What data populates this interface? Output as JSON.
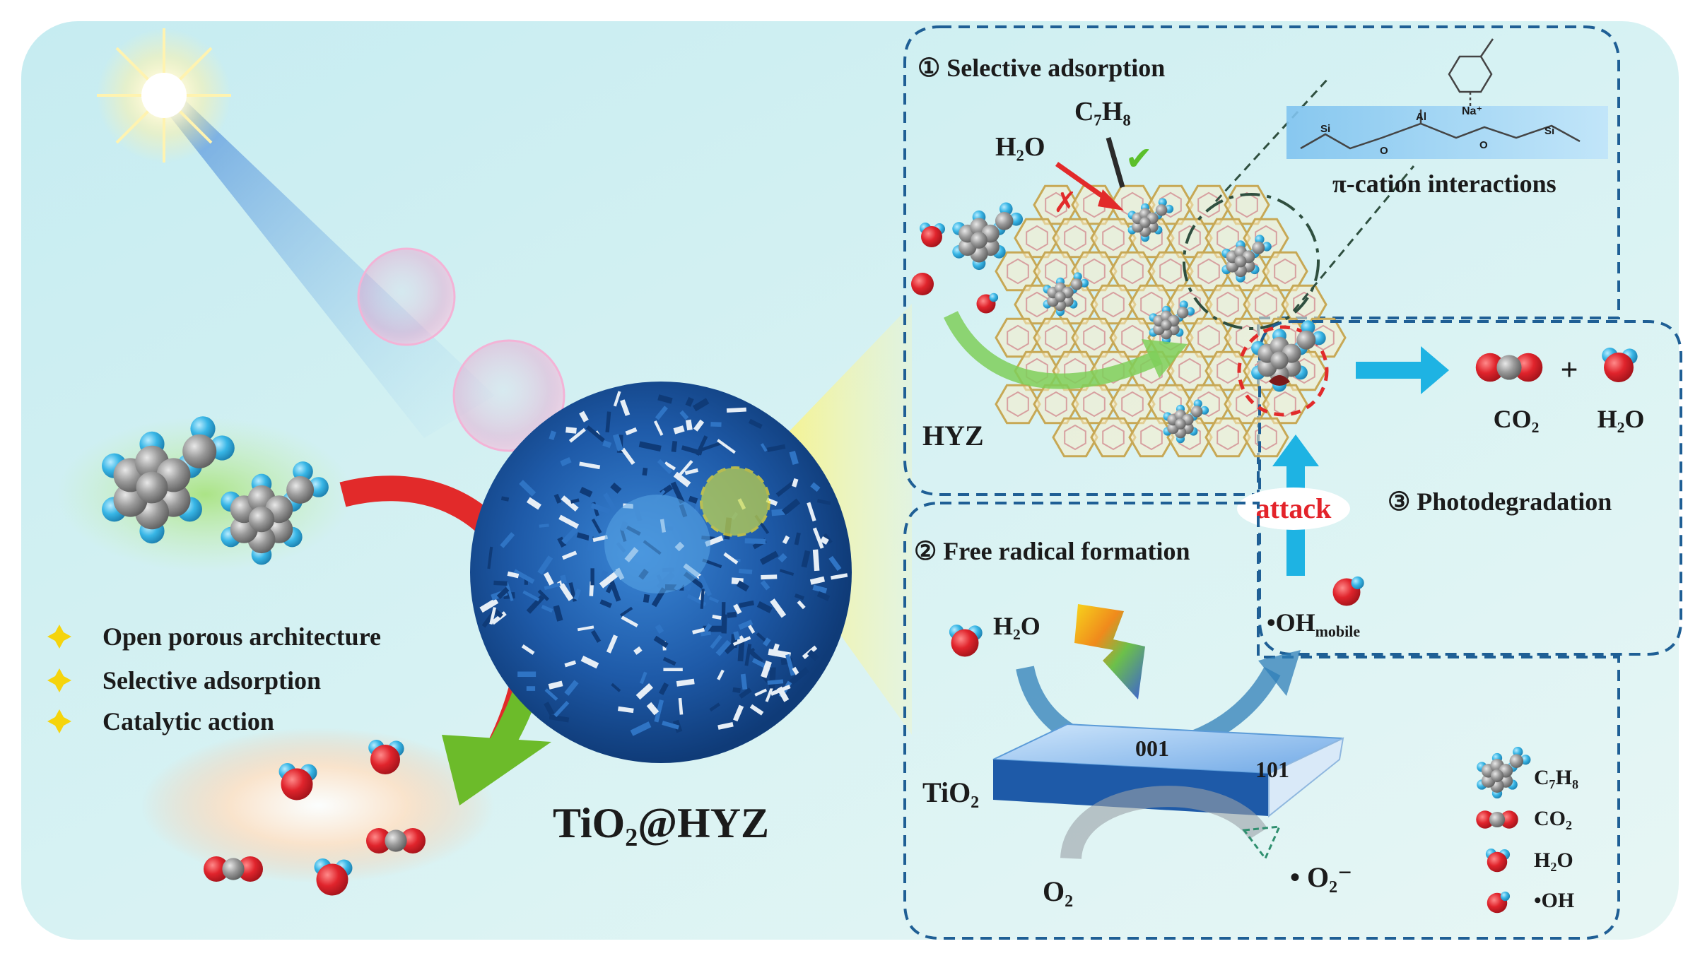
{
  "main_label": "TiO₂@HYZ",
  "features": {
    "items": [
      "Open porous architecture",
      "Selective adsorption",
      "Catalytic action"
    ]
  },
  "panel_adsorption": {
    "title": "① Selective adsorption",
    "h2o": "H₂O",
    "c7h8": "C₇H₈",
    "zeolite_label": "HYZ",
    "pi_cation": "π-cation interactions",
    "na_label": "Na⁺",
    "si_label": "Si",
    "al_label": "Al",
    "o_label": "O"
  },
  "panel_radical": {
    "title": "② Free radical formation",
    "h2o": "H₂O",
    "tio2": "TiO₂",
    "facet_001": "001",
    "facet_101": "101",
    "o2": "O₂",
    "superoxide": "• O₂⁻",
    "oh_mobile_main": "•OH",
    "oh_mobile_sub": "mobile"
  },
  "panel_photodegradation": {
    "title": "③ Photodegradation",
    "attack": "attack",
    "co2": "CO₂",
    "plus": "+",
    "h2o": "H₂O"
  },
  "legend": {
    "items": [
      {
        "icon": "toluene-molecule-icon",
        "label": "C₇H₈"
      },
      {
        "icon": "co2-molecule-icon",
        "label": "CO₂"
      },
      {
        "icon": "h2o-molecule-icon",
        "label": "H₂O"
      },
      {
        "icon": "hydroxyl-radical-icon",
        "label": "•OH"
      }
    ]
  },
  "colors": {
    "panel_border": "#1f5f95",
    "oxygen": "#e0242c",
    "hydrogen": "#38b6e6",
    "carbon": "#9a9a9a",
    "sphere": "#1e5aa8",
    "arrow_blue": "#1eb3e3",
    "arrow_red": "#e22a2a",
    "arrow_green": "#6cbb2a",
    "attack_text": "#e3232a"
  }
}
